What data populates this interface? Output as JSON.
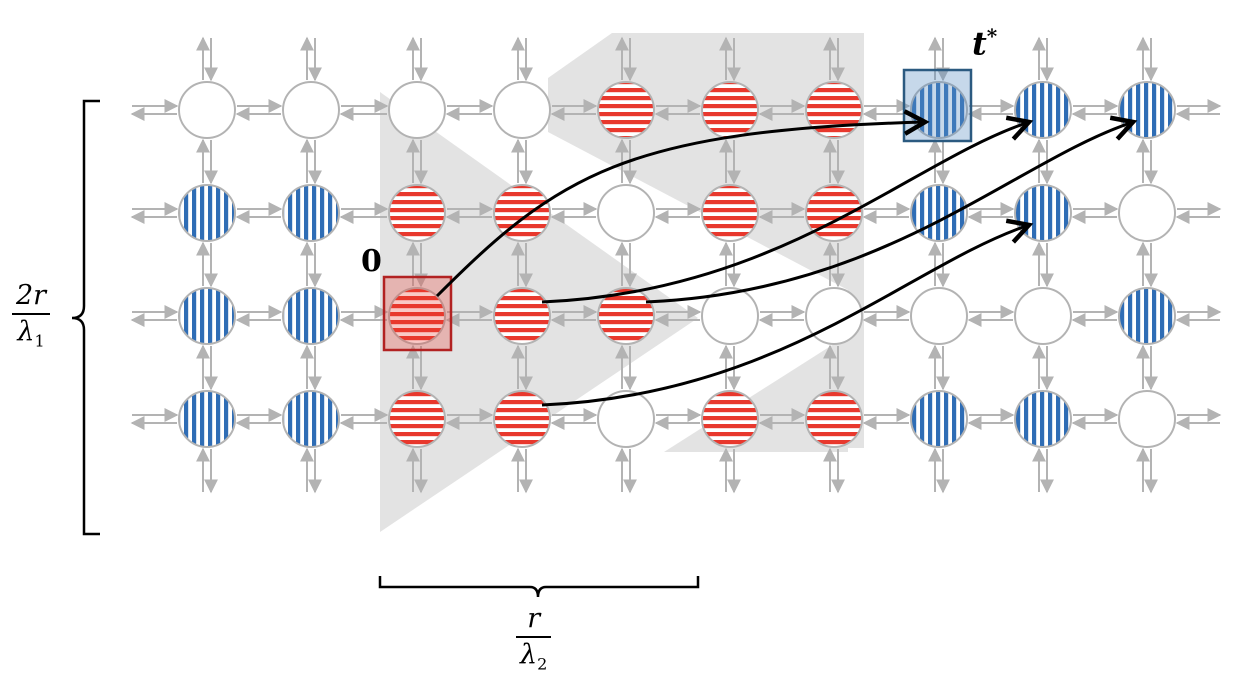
{
  "labels": {
    "origin": "0",
    "target": "t",
    "target_sup": "*",
    "left_num": "2r",
    "left_den": "λ",
    "left_den_sub": "1",
    "bottom_num": "r",
    "bottom_den": "λ",
    "bottom_den_sub": "2"
  },
  "colors": {
    "red": "#e8382d",
    "blue": "#2f6db5",
    "arrow_gray": "#b3b3b3",
    "shade_gray": "#d9d9d9",
    "origin_box": "#b22222",
    "target_box": "#2b5a80"
  },
  "grid": {
    "rows": 4,
    "cols": 10,
    "nodes": [
      [
        "empty",
        "empty",
        "empty",
        "empty",
        "red",
        "red",
        "red",
        "blue",
        "blue",
        "blue"
      ],
      [
        "blue",
        "blue",
        "red",
        "red",
        "empty",
        "red",
        "red",
        "blue",
        "blue",
        "empty"
      ],
      [
        "blue",
        "blue",
        "red",
        "red",
        "red",
        "empty",
        "empty",
        "empty",
        "empty",
        "blue"
      ],
      [
        "blue",
        "blue",
        "red",
        "red",
        "empty",
        "red",
        "red",
        "blue",
        "blue",
        "empty"
      ]
    ],
    "origin_node": [
      2,
      2
    ],
    "target_node": [
      0,
      7
    ]
  },
  "curves": [
    {
      "from": [
        2,
        2
      ],
      "to": [
        0,
        7
      ]
    },
    {
      "from": [
        2,
        3
      ],
      "to": [
        0,
        8
      ]
    },
    {
      "from": [
        2,
        4
      ],
      "to": [
        0,
        9
      ]
    },
    {
      "from": [
        3,
        3
      ],
      "to": [
        1,
        8
      ]
    }
  ]
}
